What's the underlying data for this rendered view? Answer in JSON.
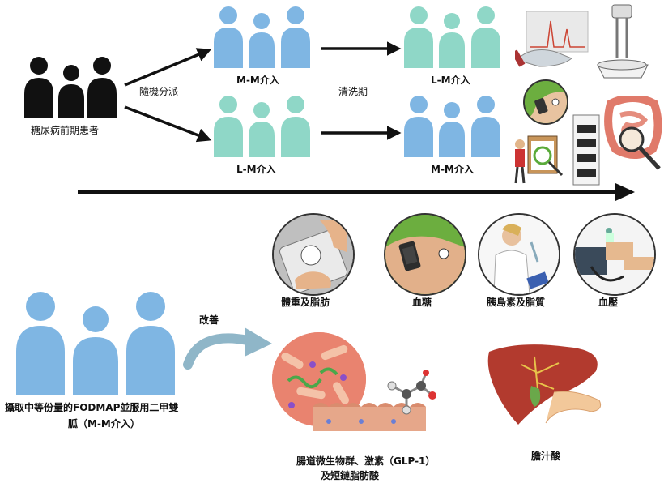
{
  "labels": {
    "patients": "糖尿病前期患者",
    "randomize": "隨機分派",
    "mm_top": "M-M介入",
    "lm_top": "L-M介入",
    "washout": "清洗期",
    "lm_bottom": "L-M介入",
    "mm_bottom": "M-M介入",
    "weight_fat": "體重及脂肪",
    "glucose": "血糖",
    "insulin_lipid": "胰島素及脂質",
    "blood_pressure": "血壓",
    "improve": "改善",
    "intake_line1": "攝取中等份量的FODMAP並服用二甲雙",
    "intake_line2": "胍（M-M介入）",
    "gut_line1": "腸道微生物群、激素（GLP-1）",
    "gut_line2": "及短鏈脂肪酸",
    "bile_acid": "膽汁酸"
  },
  "colors": {
    "black": "#111111",
    "blue": "#7fb6e3",
    "teal": "#8fd7c7"
  }
}
